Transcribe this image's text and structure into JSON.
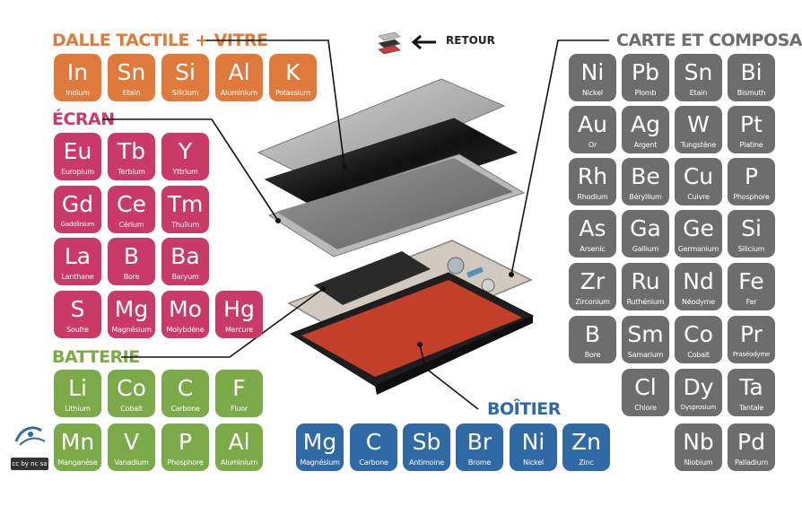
{
  "back": {
    "label": "RETOUR"
  },
  "groups": {
    "dalle": {
      "title": "DALLE TACTILE + VITRE",
      "elements": [
        {
          "sym": "In",
          "name": "Indium"
        },
        {
          "sym": "Sn",
          "name": "Etain"
        },
        {
          "sym": "Si",
          "name": "Silicium"
        },
        {
          "sym": "Al",
          "name": "Aluminium"
        },
        {
          "sym": "K",
          "name": "Potassium"
        }
      ]
    },
    "ecran": {
      "title": "ÉCRAN",
      "elements": [
        {
          "sym": "Eu",
          "name": "Europium"
        },
        {
          "sym": "Tb",
          "name": "Terbium"
        },
        {
          "sym": "Y",
          "name": "Yttrium"
        },
        {
          "sym": "Gd",
          "name": "Gadolinium"
        },
        {
          "sym": "Ce",
          "name": "Cérium"
        },
        {
          "sym": "Tm",
          "name": "Thulium"
        },
        {
          "sym": "La",
          "name": "Lanthane"
        },
        {
          "sym": "B",
          "name": "Bore"
        },
        {
          "sym": "Ba",
          "name": "Baryum"
        },
        {
          "sym": "S",
          "name": "Soufre"
        },
        {
          "sym": "Mg",
          "name": "Magnésium"
        },
        {
          "sym": "Mo",
          "name": "Molybdène"
        },
        {
          "sym": "Hg",
          "name": "Mercure"
        }
      ]
    },
    "batterie": {
      "title": "BATTERIE",
      "elements": [
        {
          "sym": "Li",
          "name": "Lithium"
        },
        {
          "sym": "Co",
          "name": "Cobalt"
        },
        {
          "sym": "C",
          "name": "Carbone"
        },
        {
          "sym": "F",
          "name": "Fluor"
        },
        {
          "sym": "Mn",
          "name": "Manganèse"
        },
        {
          "sym": "V",
          "name": "Vanadium"
        },
        {
          "sym": "P",
          "name": "Phosphore"
        },
        {
          "sym": "Al",
          "name": "Aluminium"
        }
      ]
    },
    "boitier": {
      "title": "BOÎTIER",
      "elements": [
        {
          "sym": "Mg",
          "name": "Magnésium"
        },
        {
          "sym": "C",
          "name": "Carbone"
        },
        {
          "sym": "Sb",
          "name": "Antimoine"
        },
        {
          "sym": "Br",
          "name": "Brome"
        },
        {
          "sym": "Ni",
          "name": "Nickel"
        },
        {
          "sym": "Zn",
          "name": "Zinc"
        }
      ]
    },
    "carte": {
      "title": "CARTE ET COMPOSANTS",
      "elements": [
        {
          "sym": "Ni",
          "name": "Nickel"
        },
        {
          "sym": "Pb",
          "name": "Plomb"
        },
        {
          "sym": "Sn",
          "name": "Etain"
        },
        {
          "sym": "Bi",
          "name": "Bismuth"
        },
        {
          "sym": "Au",
          "name": "Or"
        },
        {
          "sym": "Ag",
          "name": "Argent"
        },
        {
          "sym": "W",
          "name": "Tungstène"
        },
        {
          "sym": "Pt",
          "name": "Platine"
        },
        {
          "sym": "Rh",
          "name": "Rhodium"
        },
        {
          "sym": "Be",
          "name": "Béryllium"
        },
        {
          "sym": "Cu",
          "name": "Cuivre"
        },
        {
          "sym": "P",
          "name": "Phosphore"
        },
        {
          "sym": "As",
          "name": "Arsenic"
        },
        {
          "sym": "Ga",
          "name": "Gallium"
        },
        {
          "sym": "Ge",
          "name": "Germanium"
        },
        {
          "sym": "Si",
          "name": "Silicium"
        },
        {
          "sym": "Zr",
          "name": "Zirconium"
        },
        {
          "sym": "Ru",
          "name": "Ruthénium"
        },
        {
          "sym": "Nd",
          "name": "Néodyme"
        },
        {
          "sym": "Fe",
          "name": "Fer"
        },
        {
          "sym": "B",
          "name": "Bore"
        },
        {
          "sym": "Sm",
          "name": "Samarium"
        },
        {
          "sym": "Co",
          "name": "Cobalt"
        },
        {
          "sym": "Pr",
          "name": "Praséodyme"
        },
        {
          "sym": "Cl",
          "name": "Chlore"
        },
        {
          "sym": "Dy",
          "name": "Dysprosium"
        },
        {
          "sym": "Ta",
          "name": "Tantale"
        },
        {
          "sym": "Nb",
          "name": "Niobium"
        },
        {
          "sym": "Pd",
          "name": "Palladium"
        }
      ]
    }
  },
  "colors": {
    "dalle": "#e07a3c",
    "ecran": "#c93a66",
    "batterie": "#7daa48",
    "boitier": "#2f69a6",
    "carte": "#6d6d6d"
  }
}
